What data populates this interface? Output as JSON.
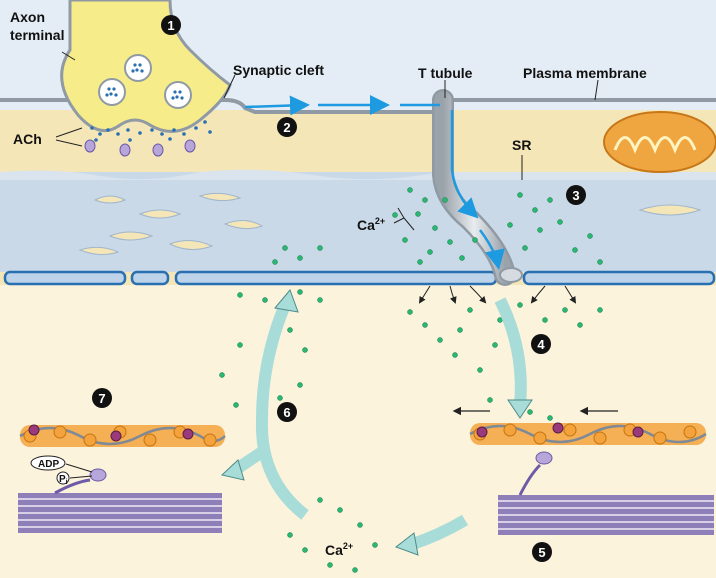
{
  "labels": {
    "axon_terminal_line1": "Axon",
    "axon_terminal_line2": "terminal",
    "synaptic_cleft": "Synaptic cleft",
    "t_tubule": "T tubule",
    "plasma_membrane": "Plasma membrane",
    "ach": "ACh",
    "sr": "SR",
    "ca_upper": "Ca",
    "ca_upper_sup": "2+",
    "ca_lower": "Ca",
    "ca_lower_sup": "2+",
    "adp": "ADP",
    "pi": "P",
    "pi_sub": "i"
  },
  "steps": [
    "1",
    "2",
    "3",
    "4",
    "5",
    "6",
    "7"
  ],
  "colors": {
    "axon": "#f7ec8a",
    "muscle_cytoplasm": "#fbf3dc",
    "sarcoplasm_band": "#f5e6b8",
    "cleft_bg": "#e4edf5",
    "sr_band": "#c9d9e8",
    "membrane_blue": "#2a6fb0",
    "calcium": "#2bb673",
    "arrow_teal": "#a8dcd8",
    "signal_blue": "#1e9be0",
    "actin": "#f3a23c",
    "myosin": "#8f7fb8",
    "troponin": "#9a3a7a"
  }
}
